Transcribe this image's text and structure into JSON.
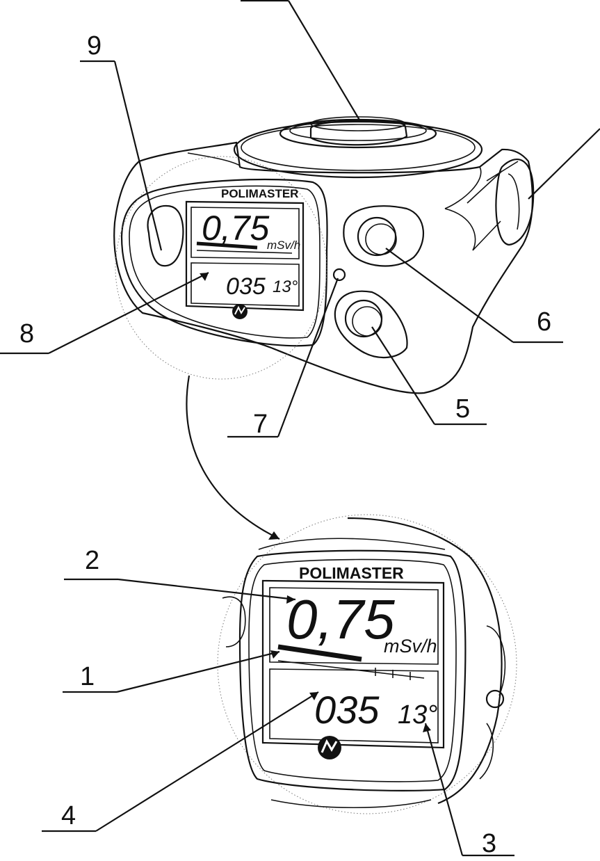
{
  "device": {
    "brand": "POLIMASTER",
    "display": {
      "dose_rate": "0,75",
      "dose_rate_unit": "mSv/h",
      "accumulated_dose": "035",
      "accumulated_dose_suffix": "13°"
    }
  },
  "callouts": {
    "c1": "1",
    "c2": "2",
    "c3": "3",
    "c4": "4",
    "c5": "5",
    "c6": "6",
    "c7": "7",
    "c8": "8",
    "c9": "9"
  }
}
